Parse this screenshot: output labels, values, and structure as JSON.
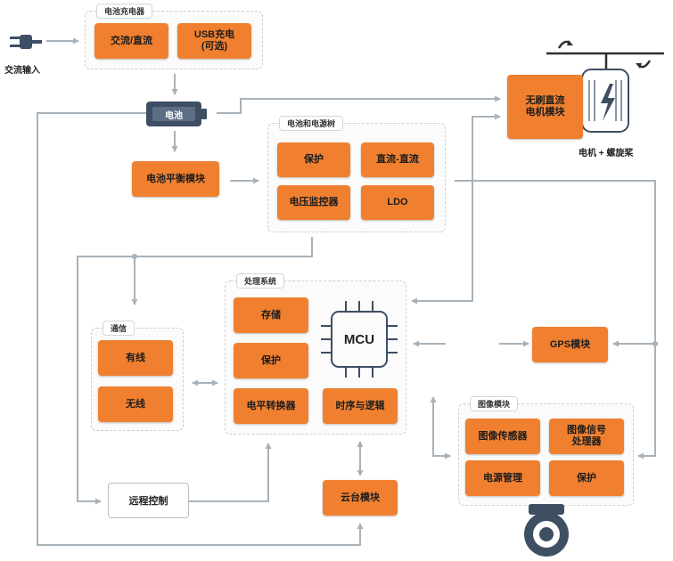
{
  "colors": {
    "accent": "#f08030",
    "line": "#a8b2ba",
    "dark": "#3e4f63"
  },
  "ac_input": {
    "label": "交流输入",
    "icon": "plug-icon"
  },
  "charger": {
    "title": "电池充电器",
    "ac_dc": "交流/直流",
    "usb_line1": "USB充电",
    "usb_line2": "(可选)"
  },
  "battery": {
    "label": "电池",
    "icon": "battery-icon"
  },
  "balance": {
    "label": "电池平衡模块"
  },
  "power_tree": {
    "title": "电池和电源树",
    "protect": "保护",
    "dcdc": "直流-直流",
    "voltage_monitor": "电压监控器",
    "ldo": "LDO"
  },
  "motor": {
    "line1": "无刷直流",
    "line2": "电机模块",
    "caption": "电机 + 螺旋桨",
    "icon": "motor-propeller-icon"
  },
  "processing": {
    "title": "处理系统",
    "storage": "存储",
    "protect": "保护",
    "level_shifter": "电平转换器",
    "timing_logic": "时序与逻辑",
    "mcu": "MCU",
    "icon": "chip-icon"
  },
  "comm": {
    "title": "通信",
    "wired": "有线",
    "wireless": "无线"
  },
  "gps": {
    "label": "GPS模块"
  },
  "image": {
    "title": "图像模块",
    "sensor": "图像传感器",
    "isp_line1": "图像信号",
    "isp_line2": "处理器",
    "power_mgmt": "电源管理",
    "protect": "保护",
    "icon": "camera-icon"
  },
  "remote": {
    "label": "远程控制"
  },
  "gimbal": {
    "label": "云台模块"
  }
}
